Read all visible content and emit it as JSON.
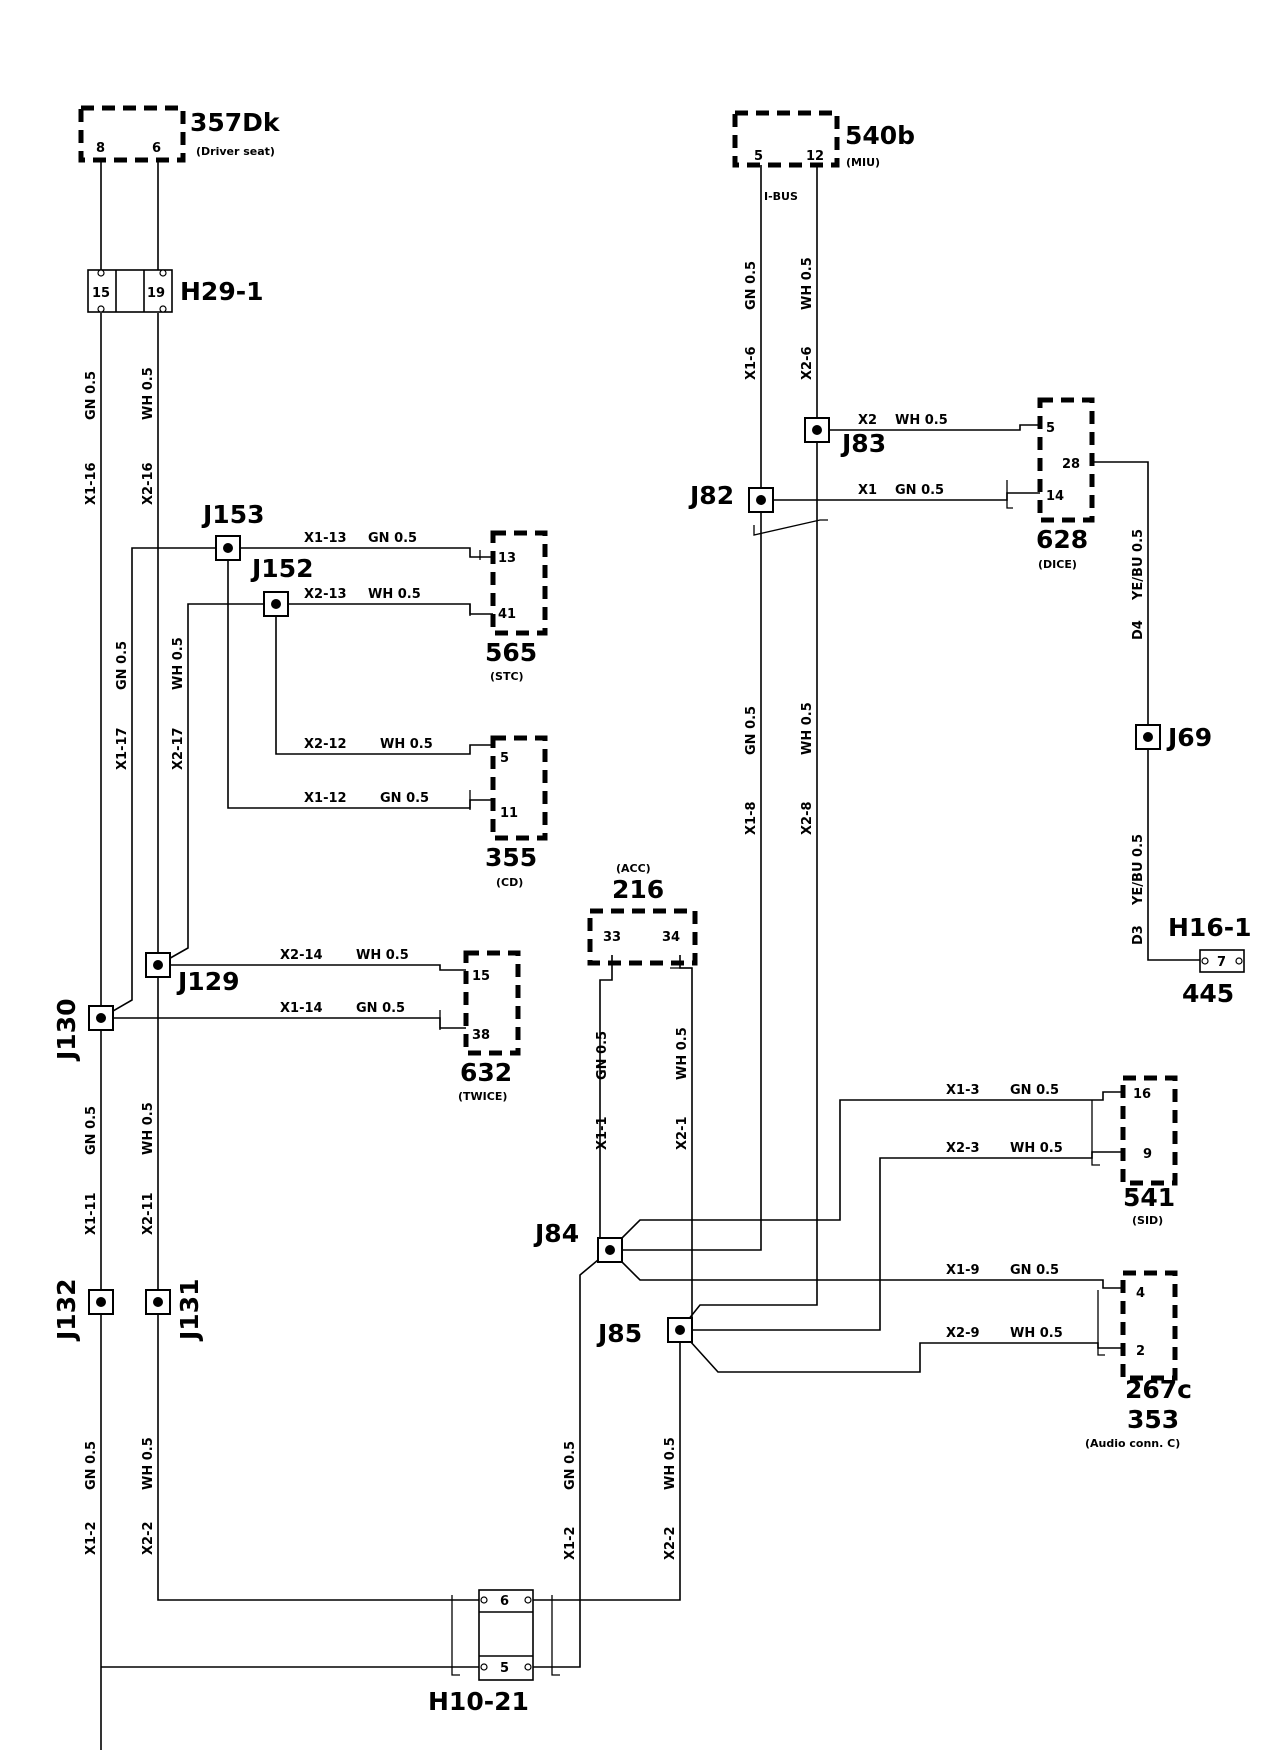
{
  "components": {
    "c357": {
      "id": "357Dk",
      "desc": "(Driver seat)",
      "pins": [
        "8",
        "6"
      ]
    },
    "c540": {
      "id": "540b",
      "desc": "(MIU)",
      "pins": [
        "5",
        "12"
      ],
      "bus": "I-BUS"
    },
    "c628": {
      "id": "628",
      "desc": "(DICE)",
      "pins": [
        "5",
        "28",
        "14"
      ]
    },
    "c565": {
      "id": "565",
      "desc": "(STC)",
      "pins": [
        "13",
        "41"
      ]
    },
    "c355": {
      "id": "355",
      "desc": "(CD)",
      "pins": [
        "5",
        "11"
      ]
    },
    "c216": {
      "id": "216",
      "desc": "(ACC)",
      "pins": [
        "33",
        "34"
      ]
    },
    "c632": {
      "id": "632",
      "desc": "(TWICE)",
      "pins": [
        "15",
        "38"
      ]
    },
    "c541": {
      "id": "541",
      "desc": "(SID)",
      "pins": [
        "16",
        "9"
      ]
    },
    "c267": {
      "id": "267c",
      "id2": "353",
      "desc": "(Audio conn. C)",
      "pins": [
        "4",
        "2"
      ]
    }
  },
  "connectors": {
    "h29": {
      "id": "H29-1",
      "pins": [
        "15",
        "19"
      ]
    },
    "h10": {
      "id": "H10-21",
      "pins": [
        "6",
        "5"
      ]
    },
    "h16": {
      "id": "H16-1",
      "pin": "7",
      "sub": "445"
    }
  },
  "junctions": {
    "j153": "J153",
    "j152": "J152",
    "j129": "J129",
    "j130": "J130",
    "j132": "J132",
    "j131": "J131",
    "j82": "J82",
    "j83": "J83",
    "j69": "J69",
    "j84": "J84",
    "j85": "J85"
  },
  "wires": {
    "v1": "X1-16",
    "v1c": "GN 0.5",
    "v2": "X2-16",
    "v2c": "WH 0.5",
    "v3": "X1-17",
    "v3c": "GN 0.5",
    "v4": "X2-17",
    "v4c": "WH 0.5",
    "v5": "X1-11",
    "v5c": "GN 0.5",
    "v6": "X2-11",
    "v6c": "WH 0.5",
    "v7": "X1-2",
    "v7c": "GN 0.5",
    "v8": "X2-2",
    "v8c": "WH 0.5",
    "v9": "X1-6",
    "v9c": "GN 0.5",
    "v10": "X2-6",
    "v10c": "WH 0.5",
    "v11": "X1-8",
    "v11c": "GN 0.5",
    "v12": "X2-8",
    "v12c": "WH 0.5",
    "v13": "X1-1",
    "v13c": "GN 0.5",
    "v14": "X2-1",
    "v14c": "WH 0.5",
    "v15": "X1-2",
    "v15c": "GN 0.5",
    "v16": "X2-2",
    "v16c": "WH 0.5",
    "v17": "D4",
    "v17c": "YE/BU 0.5",
    "v18": "D3",
    "v18c": "YE/BU 0.5",
    "h1": "X1-13",
    "h1c": "GN 0.5",
    "h2": "X2-13",
    "h2c": "WH 0.5",
    "h3": "X2-12",
    "h3c": "WH 0.5",
    "h4": "X1-12",
    "h4c": "GN 0.5",
    "h5": "X2-14",
    "h5c": "WH 0.5",
    "h6": "X1-14",
    "h6c": "GN 0.5",
    "h7": "X2",
    "h7c": "WH 0.5",
    "h8": "X1",
    "h8c": "GN 0.5",
    "h9": "X1-3",
    "h9c": "GN 0.5",
    "h10": "X2-3",
    "h10c": "WH 0.5",
    "h11": "X1-9",
    "h11c": "GN 0.5",
    "h12": "X2-9",
    "h12c": "WH 0.5"
  }
}
